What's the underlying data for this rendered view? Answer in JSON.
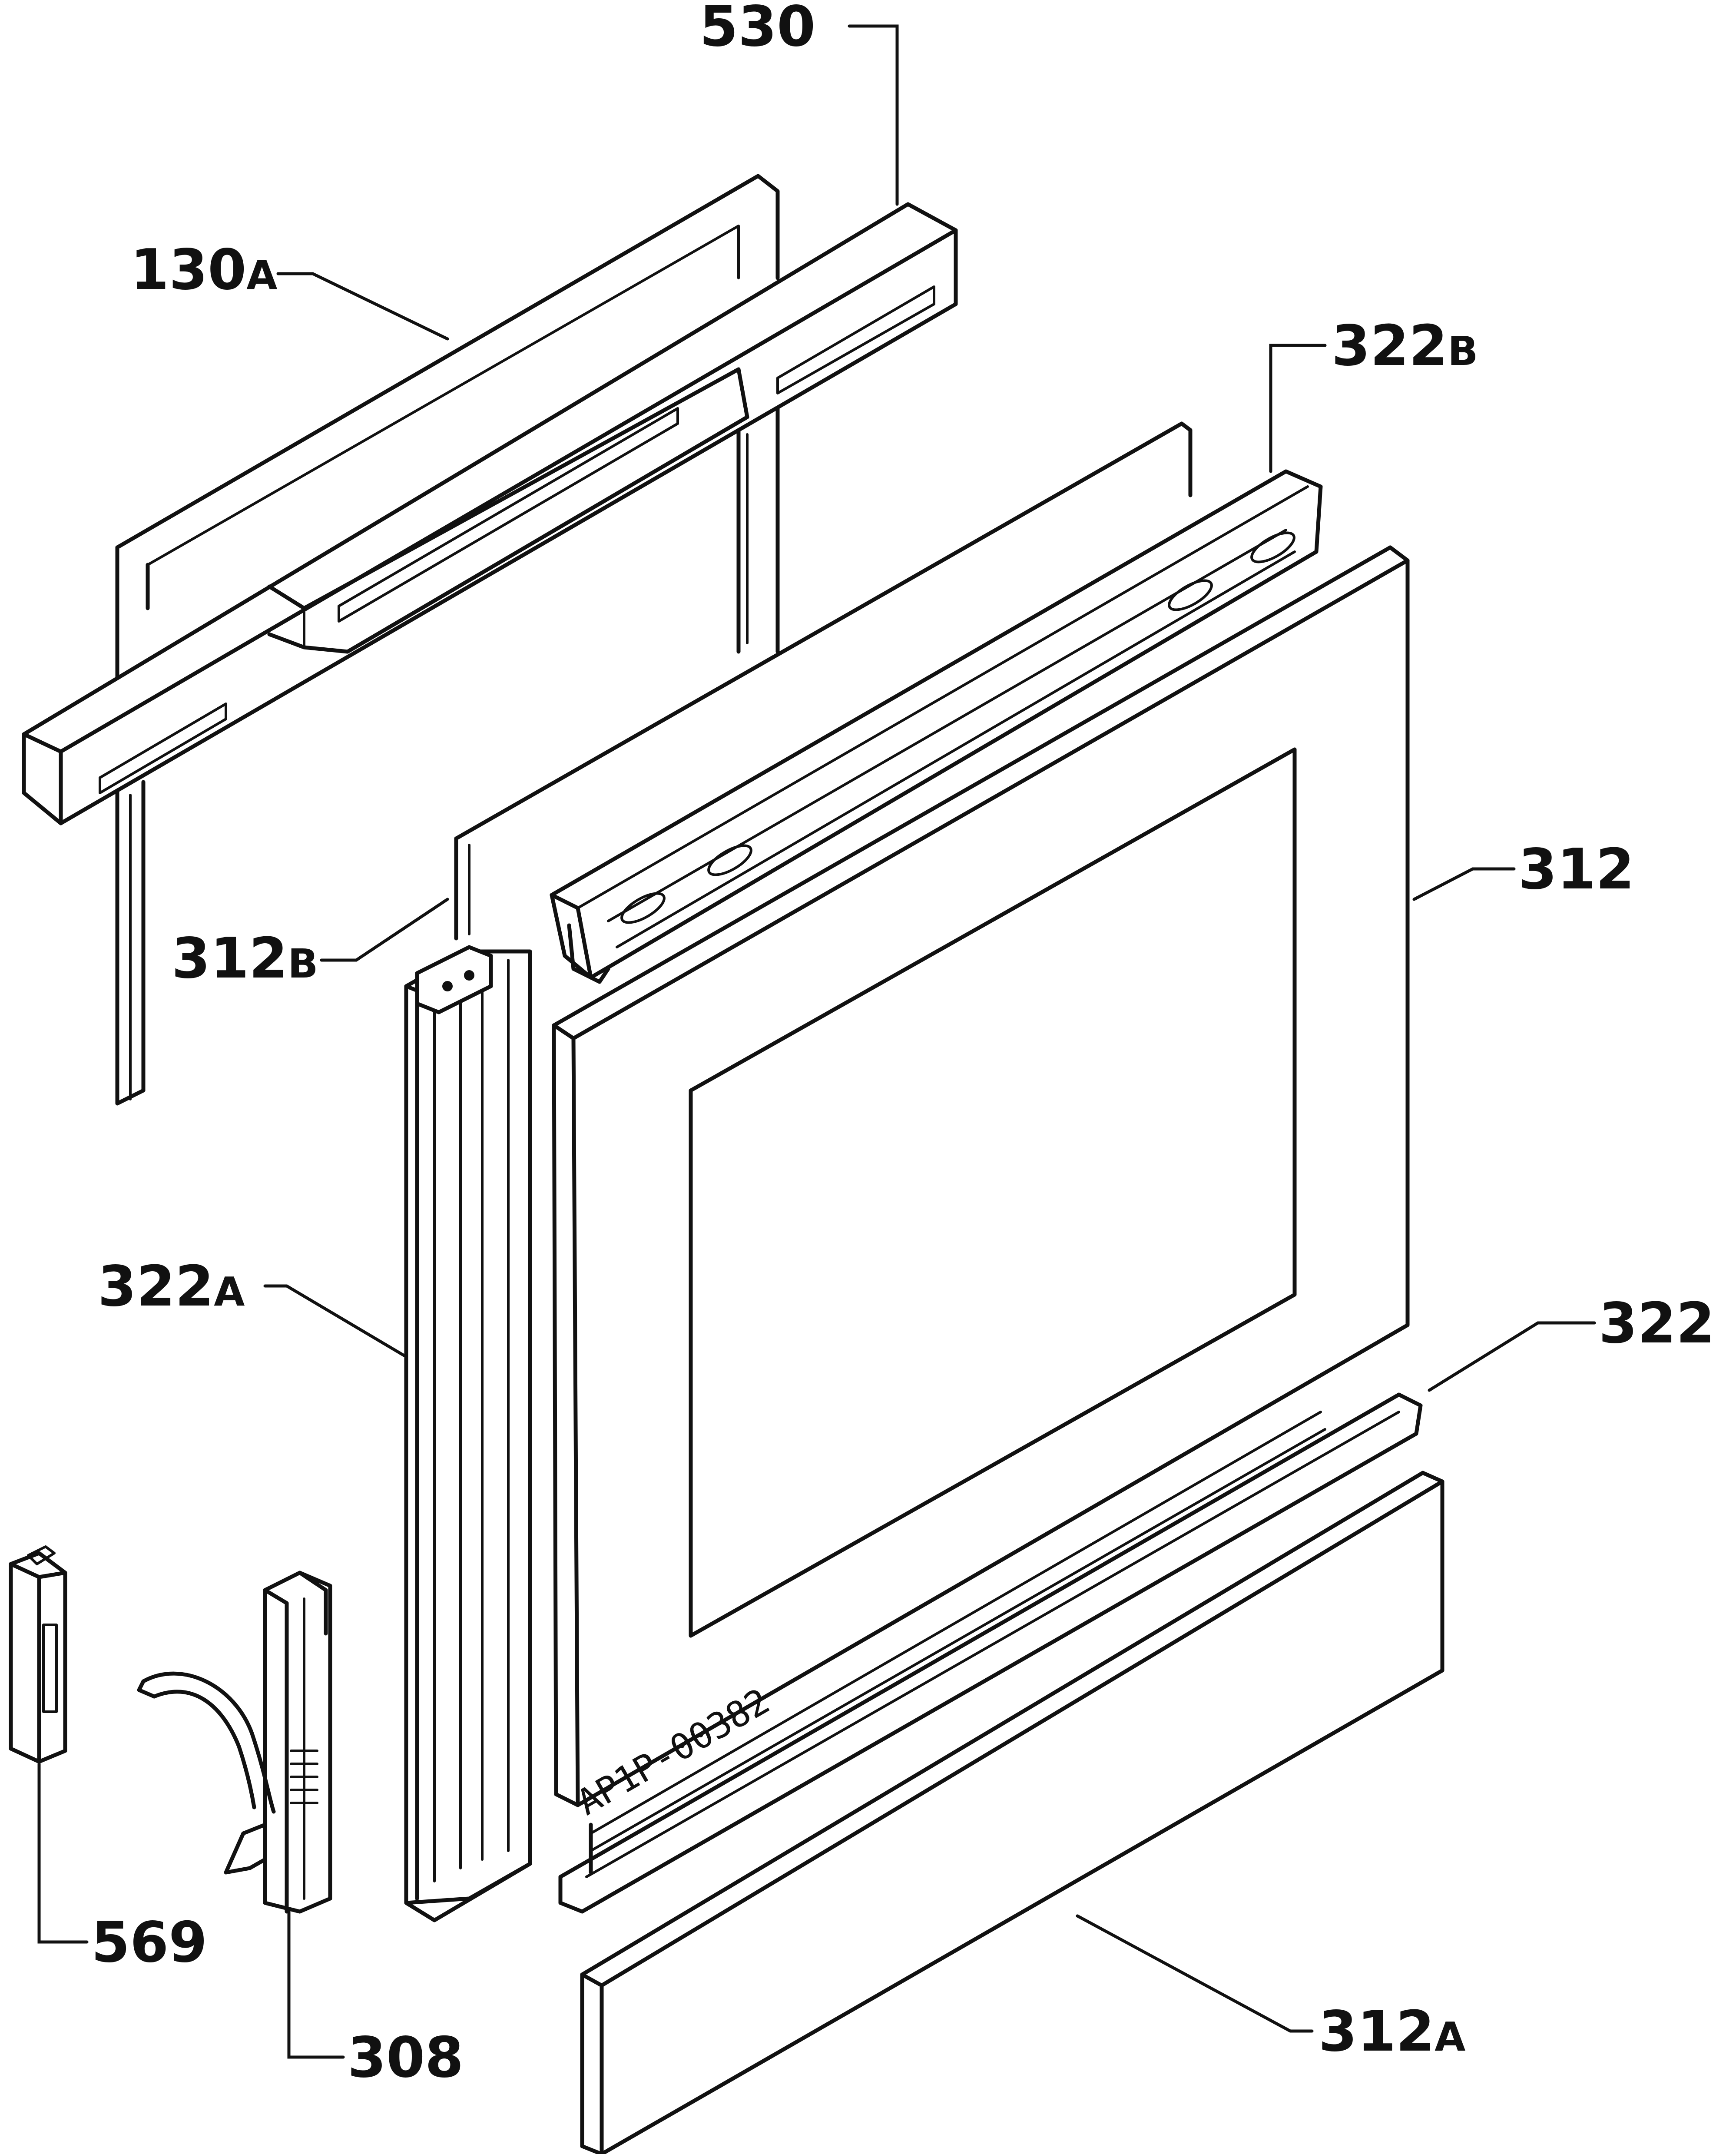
{
  "diagram": {
    "labels": {
      "p530": {
        "main": "530",
        "suffix": ""
      },
      "p130a": {
        "main": "130",
        "suffix": "A"
      },
      "p322b": {
        "main": "322",
        "suffix": "B"
      },
      "p312": {
        "main": "312",
        "suffix": ""
      },
      "p312b": {
        "main": "312",
        "suffix": "B"
      },
      "p322a": {
        "main": "322",
        "suffix": "A"
      },
      "p322": {
        "main": "322",
        "suffix": ""
      },
      "p569": {
        "main": "569",
        "suffix": ""
      },
      "p308": {
        "main": "308",
        "suffix": ""
      },
      "p312a": {
        "main": "312",
        "suffix": "A"
      }
    },
    "stamp": "AP1P-00382"
  },
  "colors": {
    "line": "#111111",
    "background": "#ffffff"
  }
}
